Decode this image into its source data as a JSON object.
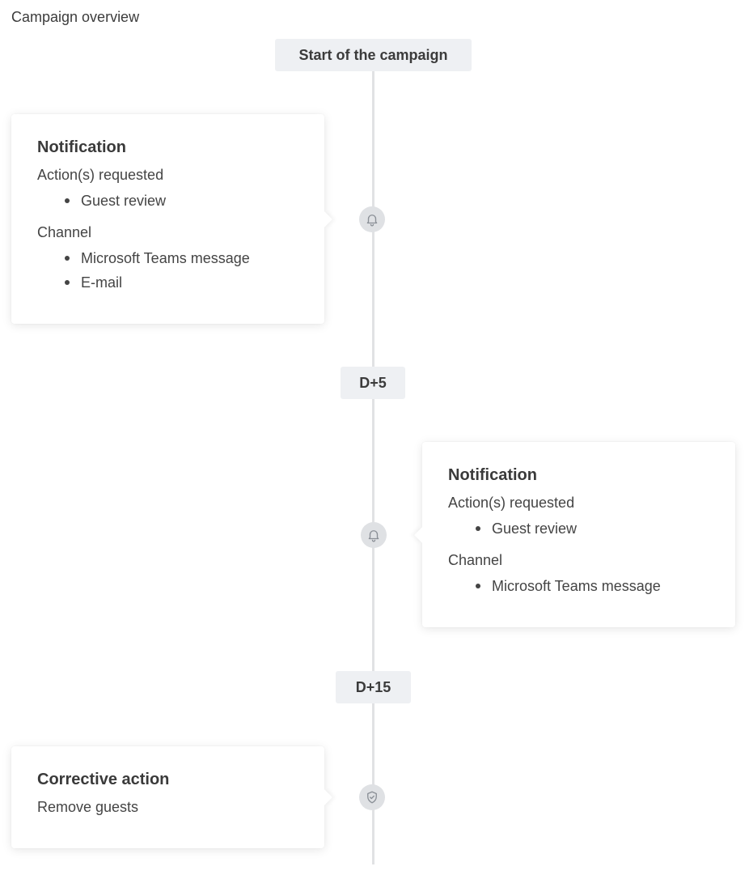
{
  "page": {
    "title": "Campaign overview"
  },
  "timeline": {
    "start_label": "Start of the campaign",
    "milestone_1": "D+5",
    "milestone_2": "D+15"
  },
  "cards": [
    {
      "title": "Notification",
      "icon": "bell-icon",
      "actions_label": "Action(s) requested",
      "actions": [
        "Guest review"
      ],
      "channel_label": "Channel",
      "channels": [
        "Microsoft Teams message",
        "E-mail"
      ]
    },
    {
      "title": "Notification",
      "icon": "bell-icon",
      "actions_label": "Action(s) requested",
      "actions": [
        "Guest review"
      ],
      "channel_label": "Channel",
      "channels": [
        "Microsoft Teams message"
      ]
    },
    {
      "title": "Corrective action",
      "icon": "shield-check-icon",
      "description": "Remove guests"
    }
  ],
  "colors": {
    "milestone_bg": "#eef0f3",
    "line": "#e1e2e4",
    "node_bg": "#dfe1e4",
    "icon": "#8a8f96"
  }
}
